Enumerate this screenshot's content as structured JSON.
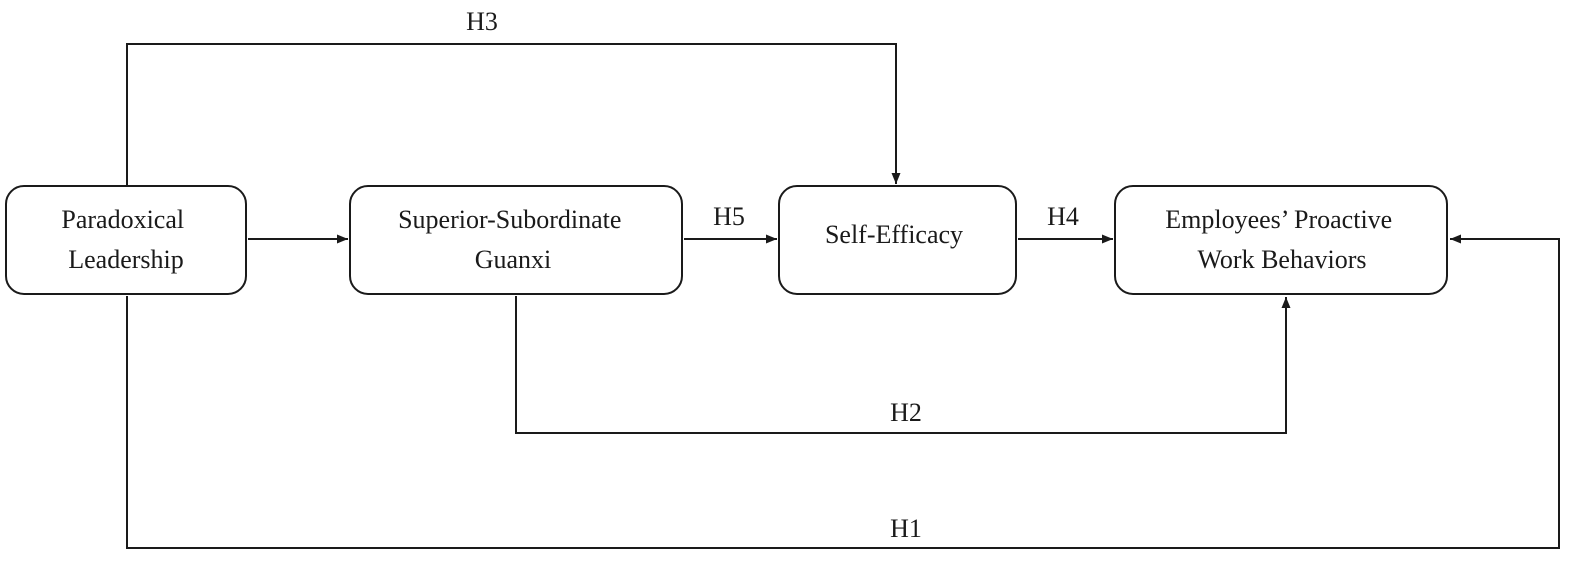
{
  "diagram": {
    "nodes": {
      "paradoxical": {
        "lines": [
          "Paradoxical",
          "Leadership"
        ]
      },
      "guanxi": {
        "lines": [
          "Superior-Subordinate",
          "Guanxi"
        ]
      },
      "efficacy": {
        "lines": [
          "Self-Efficacy"
        ]
      },
      "proactive": {
        "lines": [
          "Employees’ Proactive",
          "Work Behaviors"
        ]
      }
    },
    "edges": {
      "h1": {
        "label": "H1",
        "from": "paradoxical",
        "to": "proactive"
      },
      "h2": {
        "label": "H2",
        "from": "guanxi",
        "to": "proactive"
      },
      "h3": {
        "label": "H3",
        "from": "paradoxical",
        "to": "efficacy"
      },
      "h4": {
        "label": "H4",
        "from": "efficacy",
        "to": "proactive"
      },
      "h5": {
        "label": "H5",
        "from": "guanxi",
        "to": "efficacy"
      },
      "pl_sg": {
        "label": "",
        "from": "paradoxical",
        "to": "guanxi"
      }
    },
    "colors": {
      "line": "#1a1a1a",
      "box_fill": "#ffffff",
      "background": "#ffffff"
    }
  }
}
